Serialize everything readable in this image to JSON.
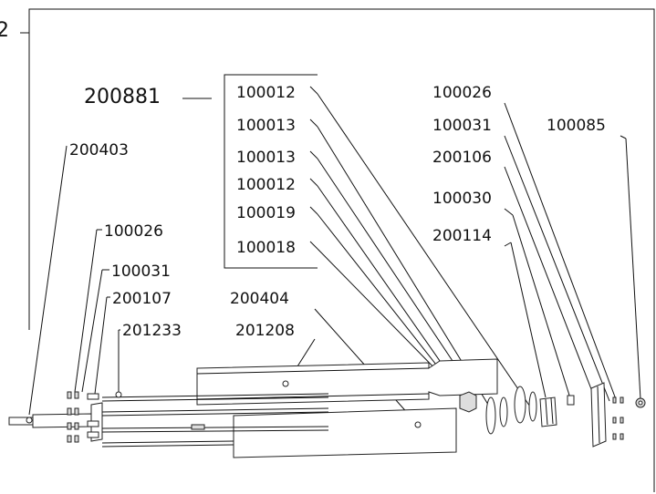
{
  "assembly": {
    "frame_label": "2",
    "main_part": "200881",
    "group_parts": [
      "100012",
      "100013",
      "100013",
      "100012",
      "100019",
      "100018"
    ]
  },
  "left_parts": [
    "200403",
    "100026",
    "100031",
    "200107",
    "201233"
  ],
  "center_parts": [
    "200404",
    "201208"
  ],
  "right_parts": [
    "100026",
    "100031",
    "100085",
    "200106",
    "100030",
    "200114"
  ],
  "colors": {
    "line": "#111111",
    "background": "#ffffff"
  }
}
